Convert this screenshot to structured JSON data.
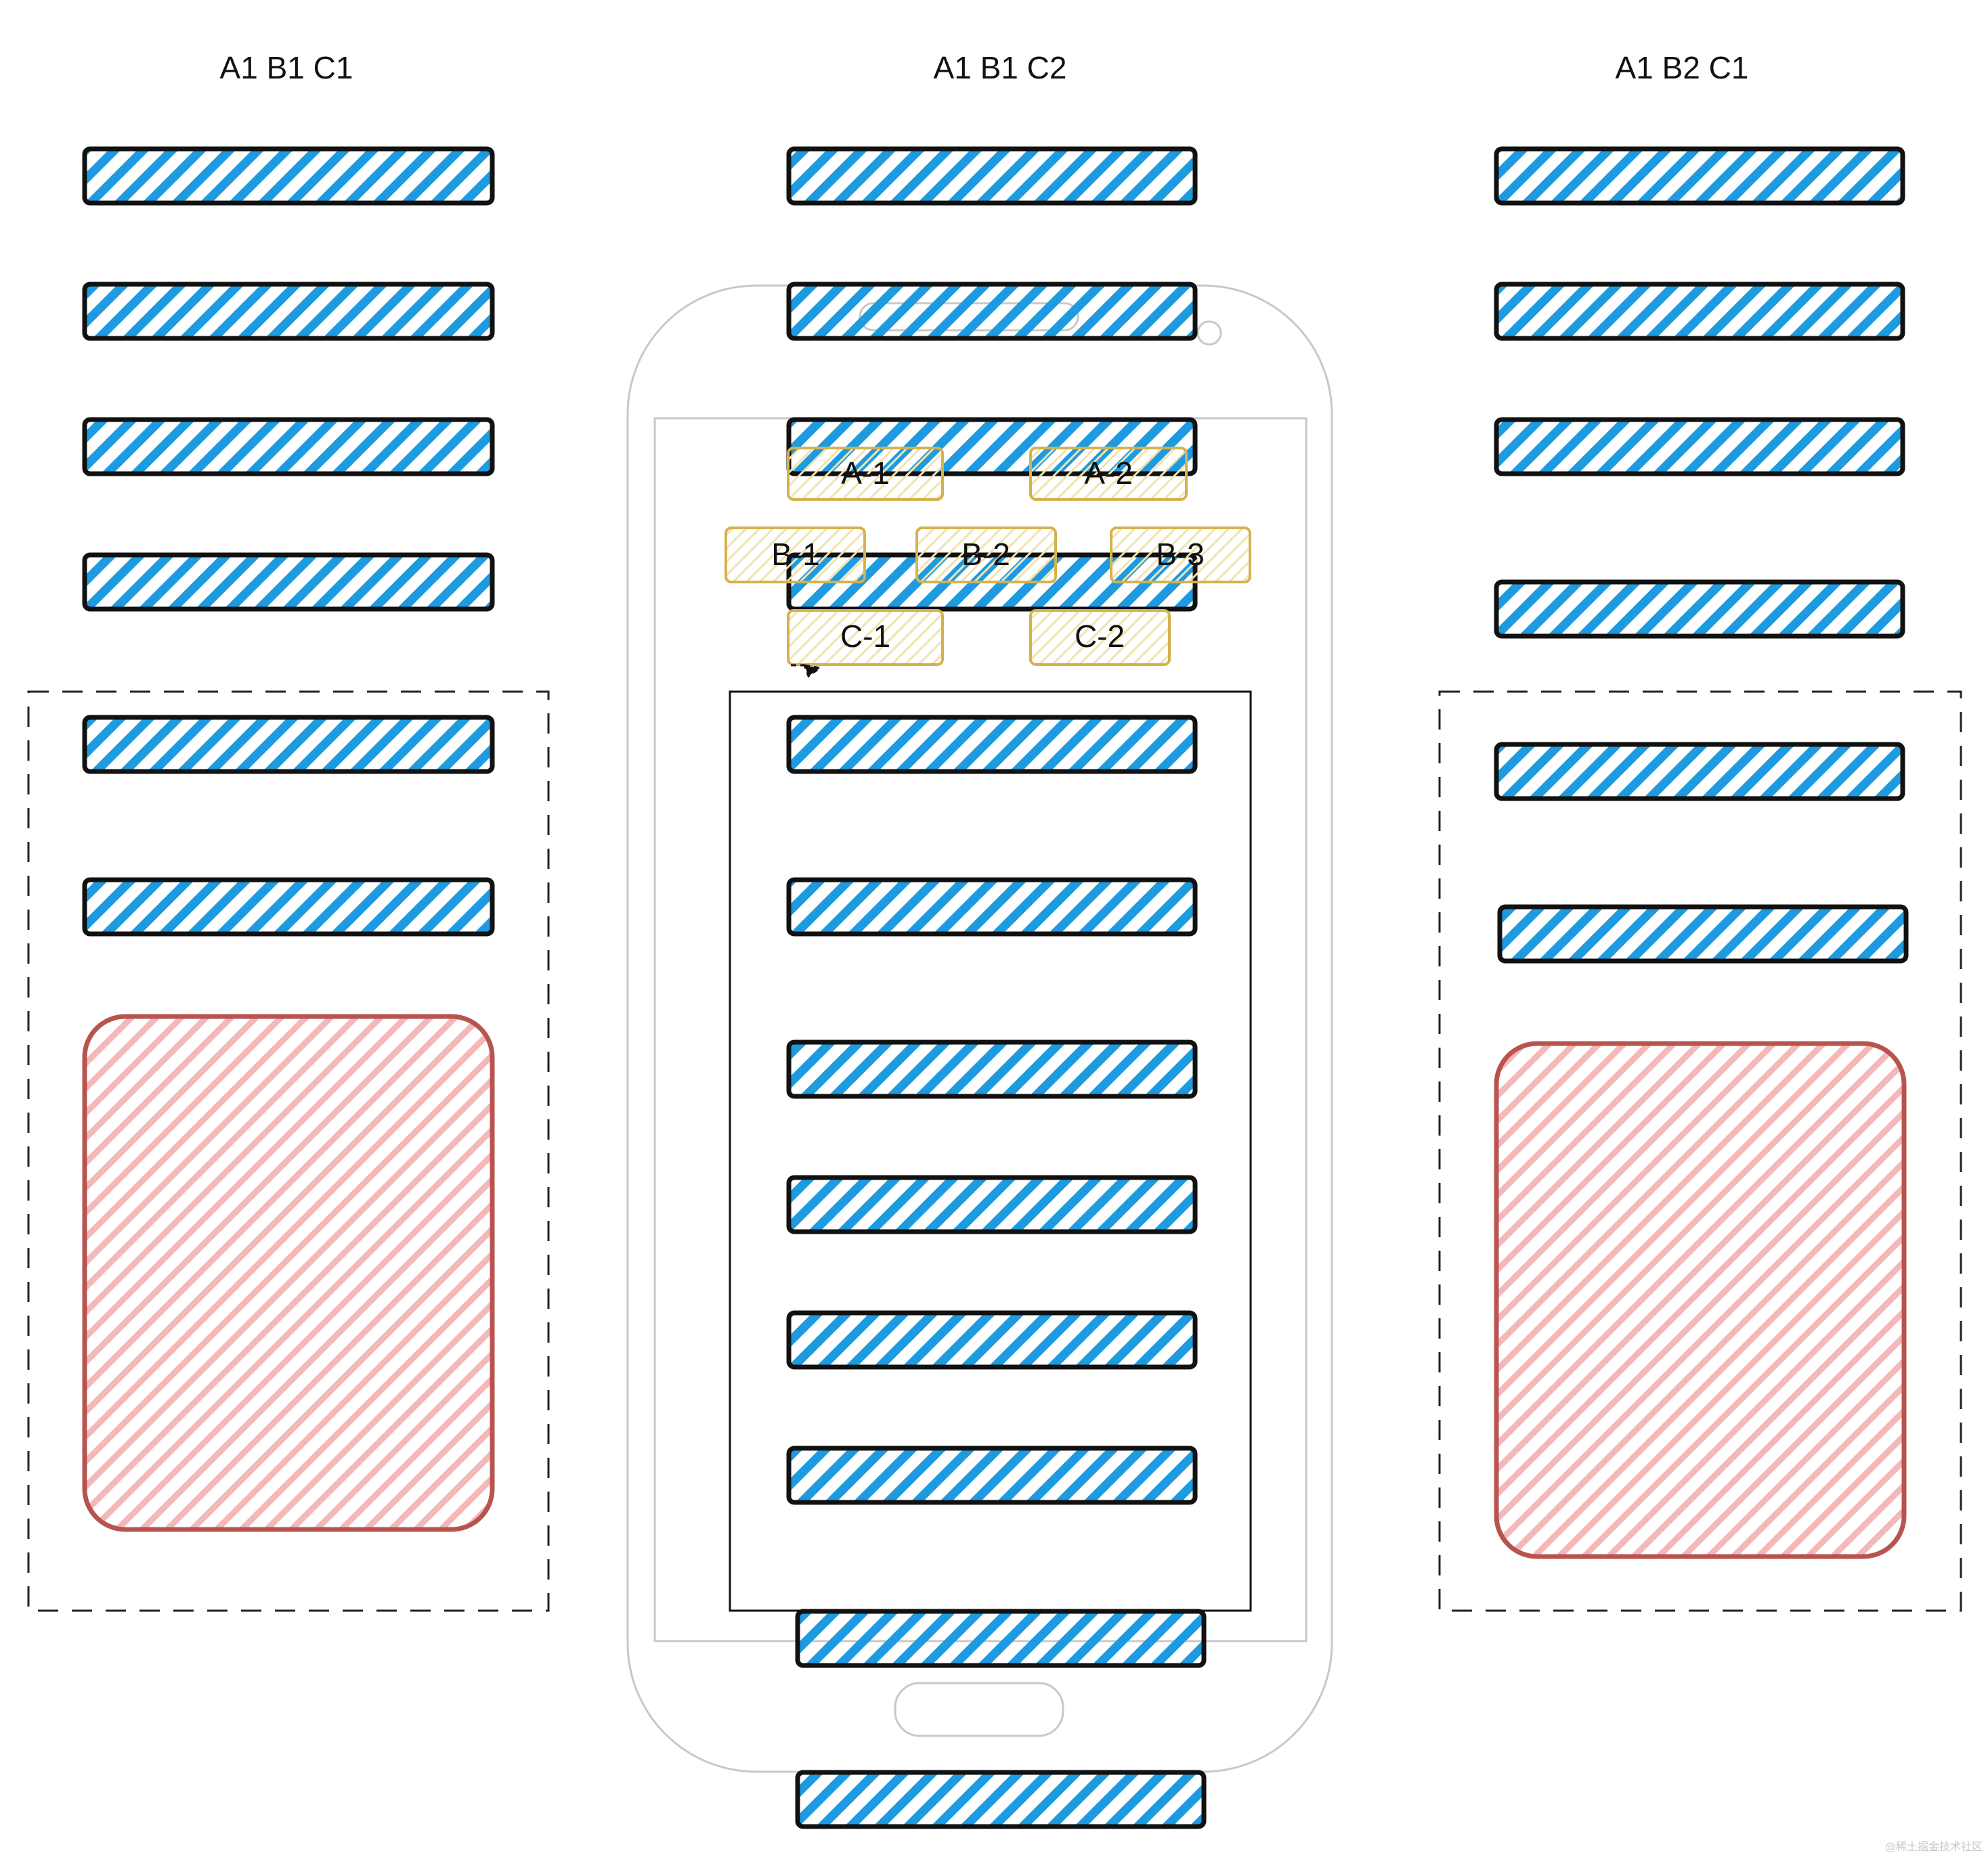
{
  "columns": [
    {
      "id": "left",
      "title": "A1 B1 C1",
      "title_color": "#111111"
    },
    {
      "id": "middle",
      "title": "A1 B1 C2",
      "title_color": "#111111"
    },
    {
      "id": "right",
      "title": "A1 B2 C1",
      "title_color": "#111111"
    }
  ],
  "selector_chips": [
    {
      "label": "A-1",
      "group": "A"
    },
    {
      "label": "A-2",
      "group": "A"
    },
    {
      "label": "B-1",
      "group": "B"
    },
    {
      "label": "B-2",
      "group": "B"
    },
    {
      "label": "B-3",
      "group": "B"
    },
    {
      "label": "C-1",
      "group": "C"
    },
    {
      "label": "C-2",
      "group": "C"
    }
  ],
  "colors": {
    "bar_hatch": "#1e9be0",
    "bar_border": "#111111",
    "panel_hatch": "#f5b8b8",
    "panel_border": "#b85450",
    "chip_hatch": "#f0e3ad",
    "chip_border": "#d4b24f",
    "phone_outline": "#c8c8c8",
    "dashed_frame": "#222222"
  },
  "icons": {
    "phone": "mobile-phone-frame",
    "cursor": "arrow-cursor-icon"
  },
  "watermark": "@稀土掘金技术社区"
}
